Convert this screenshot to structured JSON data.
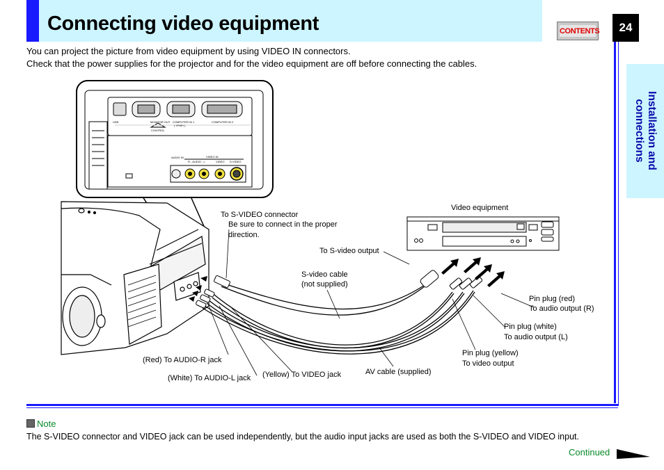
{
  "header": {
    "title": "Connecting video equipment",
    "contents_button": "CONTENTS",
    "page_number": "24"
  },
  "side_tab": {
    "line1": "Installation and",
    "line2": "connections"
  },
  "intro": {
    "line1": "You can project the picture from video equipment by using VIDEO IN connectors.",
    "line2": "Check that the power supplies for the projector and for the video equipment are off before connecting the cables."
  },
  "diagram": {
    "video_equipment": "Video equipment",
    "svideo_connector": "To S-VIDEO connector",
    "svideo_note1": "Be sure to connect in the proper",
    "svideo_note2": "direction.",
    "svideo_output": "To S-video output",
    "svideo_cable1": "S-video cable",
    "svideo_cable2": "(not supplied)",
    "pin_red1": "Pin plug (red)",
    "pin_red2": "To audio output (R)",
    "pin_white1": "Pin plug (white)",
    "pin_white2": "To audio output (L)",
    "pin_yellow1": "Pin plug (yellow)",
    "pin_yellow2": "To video output",
    "red_audio_r": "(Red) To AUDIO-R jack",
    "white_audio_l": "(White) To AUDIO-L jack",
    "yellow_video": "(Yellow) To VIDEO jack",
    "av_cable": "AV cable (supplied)",
    "panel": {
      "usb": "USB",
      "monitor_out": "MONITOR OUT",
      "control": "CONTROL",
      "computer_1": "COMPUTER IN 1",
      "computer_1_sub": "( YPbPr )",
      "computer_2": "COMPUTER IN 2",
      "video_in": "VIDEO IN",
      "audio_in": "AUDIO IN",
      "r_audio_l": "R - AUDIO - L",
      "video": "VIDEO",
      "s_video": "S-VIDEO"
    }
  },
  "note": {
    "heading": "Note",
    "text": "The S-VIDEO connector and VIDEO jack can be used independently, but the audio input jacks are used as both the S-VIDEO and VIDEO input."
  },
  "footer": {
    "continued": "Continued"
  },
  "colors": {
    "accent_blue": "#1a1aff",
    "tab_bg": "#ccf5ff",
    "note_green": "#0a8a2a",
    "contents_red": "#e00000"
  }
}
